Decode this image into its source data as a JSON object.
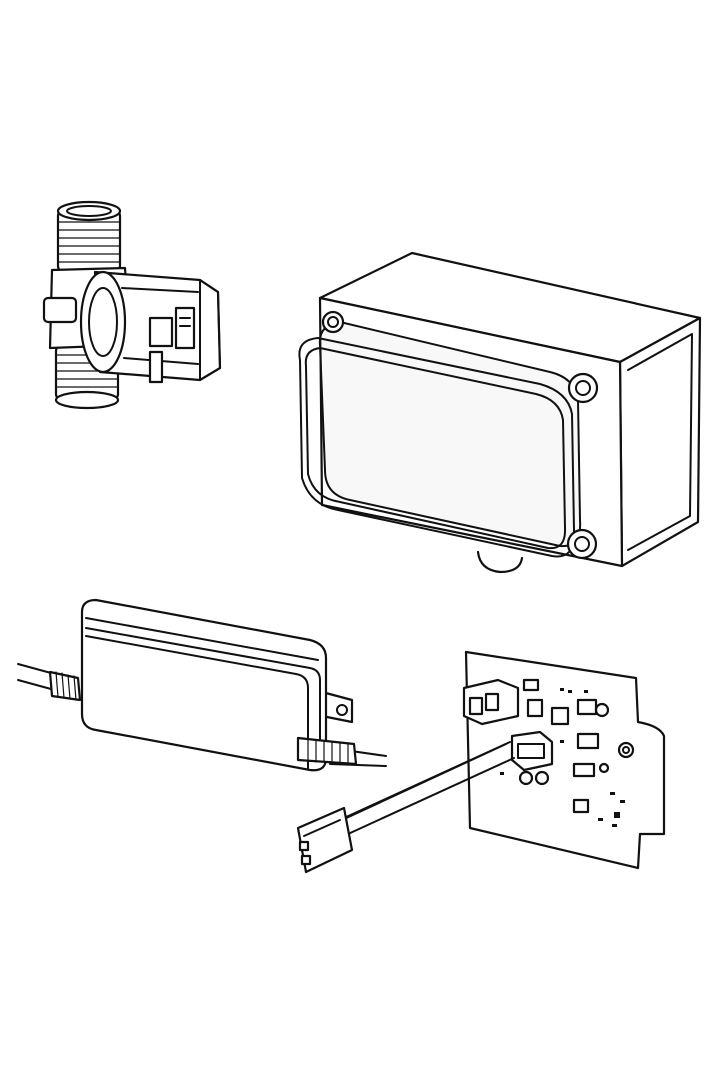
{
  "diagram": {
    "components": [
      {
        "id": "solenoid-valve"
      },
      {
        "id": "junction-box"
      },
      {
        "id": "power-supply"
      },
      {
        "id": "circuit-board"
      }
    ],
    "colors": {
      "line": "#111111",
      "background": "#ffffff",
      "shade": "#e9e9e9"
    }
  }
}
